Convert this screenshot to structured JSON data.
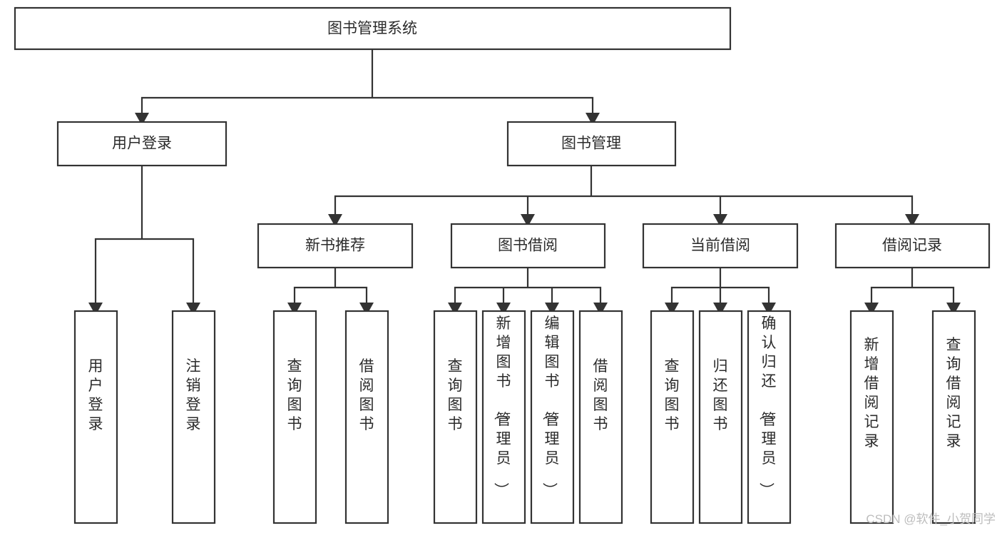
{
  "diagram": {
    "type": "tree",
    "title": "图书管理系统",
    "accent_color": "#333333",
    "background_color": "#ffffff",
    "watermark": "CSDN @软件_小贺同学",
    "nodes": {
      "root": {
        "label": "图书管理系统",
        "level": 1,
        "orientation": "horizontal"
      },
      "n_user_login": {
        "label": "用户登录",
        "level": 2,
        "orientation": "horizontal"
      },
      "n_book_mgmt": {
        "label": "图书管理",
        "level": 2,
        "orientation": "horizontal"
      },
      "n_new_book": {
        "label": "新书推荐",
        "level": 3,
        "orientation": "horizontal"
      },
      "n_borrow": {
        "label": "图书借阅",
        "level": 3,
        "orientation": "horizontal"
      },
      "n_current": {
        "label": "当前借阅",
        "level": 3,
        "orientation": "horizontal"
      },
      "n_records": {
        "label": "借阅记录",
        "level": 3,
        "orientation": "horizontal"
      },
      "l_user_login": {
        "label": "用户登录",
        "level": 4,
        "orientation": "vertical"
      },
      "l_logout": {
        "label": "注销登录",
        "level": 4,
        "orientation": "vertical"
      },
      "l_query_book_1": {
        "label": "查询图书",
        "level": 4,
        "orientation": "vertical"
      },
      "l_borrow_book_1": {
        "label": "借阅图书",
        "level": 4,
        "orientation": "vertical"
      },
      "l_query_book_2": {
        "label": "查询图书",
        "level": 4,
        "orientation": "vertical"
      },
      "l_add_book": {
        "label": "新增图书（管理员）",
        "level": 4,
        "orientation": "vertical"
      },
      "l_edit_book": {
        "label": "编辑图书（管理员）",
        "level": 4,
        "orientation": "vertical"
      },
      "l_borrow_book_2": {
        "label": "借阅图书",
        "level": 4,
        "orientation": "vertical"
      },
      "l_query_book_3": {
        "label": "查询图书",
        "level": 4,
        "orientation": "vertical"
      },
      "l_return_book": {
        "label": "归还图书",
        "level": 4,
        "orientation": "vertical"
      },
      "l_confirm_return": {
        "label": "确认归还（管理员）",
        "level": 4,
        "orientation": "vertical"
      },
      "l_add_record": {
        "label": "新增借阅记录",
        "level": 4,
        "orientation": "vertical"
      },
      "l_query_record": {
        "label": "查询借阅记录",
        "level": 4,
        "orientation": "vertical"
      }
    },
    "edges": [
      {
        "from": "root",
        "to": "n_user_login"
      },
      {
        "from": "root",
        "to": "n_book_mgmt"
      },
      {
        "from": "n_user_login",
        "to": "l_user_login"
      },
      {
        "from": "n_user_login",
        "to": "l_logout"
      },
      {
        "from": "n_book_mgmt",
        "to": "n_new_book"
      },
      {
        "from": "n_book_mgmt",
        "to": "n_borrow"
      },
      {
        "from": "n_book_mgmt",
        "to": "n_current"
      },
      {
        "from": "n_book_mgmt",
        "to": "n_records"
      },
      {
        "from": "n_new_book",
        "to": "l_query_book_1"
      },
      {
        "from": "n_new_book",
        "to": "l_borrow_book_1"
      },
      {
        "from": "n_borrow",
        "to": "l_query_book_2"
      },
      {
        "from": "n_borrow",
        "to": "l_add_book"
      },
      {
        "from": "n_borrow",
        "to": "l_edit_book"
      },
      {
        "from": "n_borrow",
        "to": "l_borrow_book_2"
      },
      {
        "from": "n_current",
        "to": "l_query_book_3"
      },
      {
        "from": "n_current",
        "to": "l_return_book"
      },
      {
        "from": "n_current",
        "to": "l_confirm_return"
      },
      {
        "from": "n_records",
        "to": "l_add_record"
      },
      {
        "from": "n_records",
        "to": "l_query_record"
      }
    ]
  }
}
